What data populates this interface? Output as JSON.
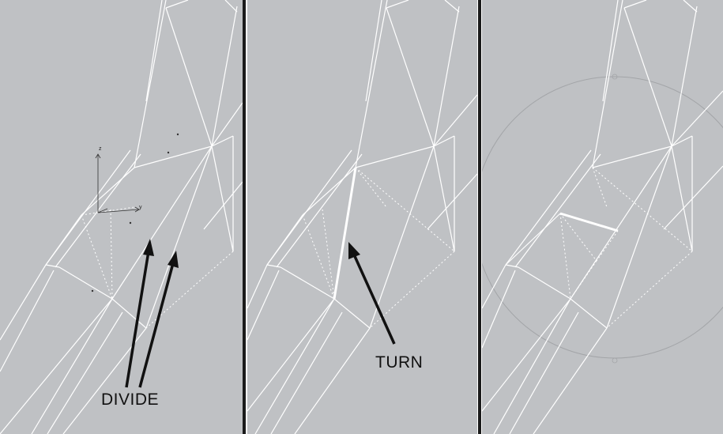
{
  "panels": [
    {
      "id": "viewport-1",
      "annotation": "DIVIDE"
    },
    {
      "id": "viewport-2",
      "annotation": "TURN"
    },
    {
      "id": "viewport-3",
      "annotation": ""
    }
  ],
  "gizmo": {
    "z_label": "z",
    "y_label": "y"
  },
  "colors": {
    "viewport_bg": "#bfc1c4",
    "wire": "#ffffff",
    "arrow": "#111111",
    "divider": "#1b1b1b"
  }
}
